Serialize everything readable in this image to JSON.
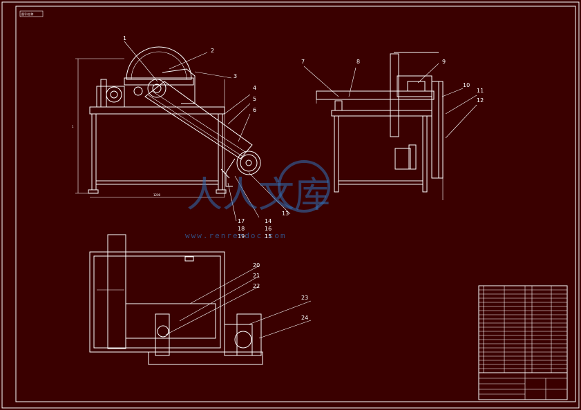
{
  "drawing": {
    "title_block_tag": "图号/名称",
    "callouts": [
      "1",
      "2",
      "3",
      "4",
      "5",
      "6",
      "7",
      "8",
      "9",
      "10",
      "11",
      "12",
      "13",
      "14",
      "15",
      "16",
      "17",
      "18",
      "19",
      "20",
      "21",
      "22",
      "23",
      "24"
    ],
    "scale_mark": "1",
    "dims": {
      "front_width": "1200",
      "front_height": "1"
    }
  },
  "watermark": {
    "logo_text": "人人文库",
    "url": "www.renrendoc.com"
  },
  "colors": {
    "background": "#3a0000",
    "lines": "#ffffff",
    "watermark": "#2f6fb7"
  }
}
